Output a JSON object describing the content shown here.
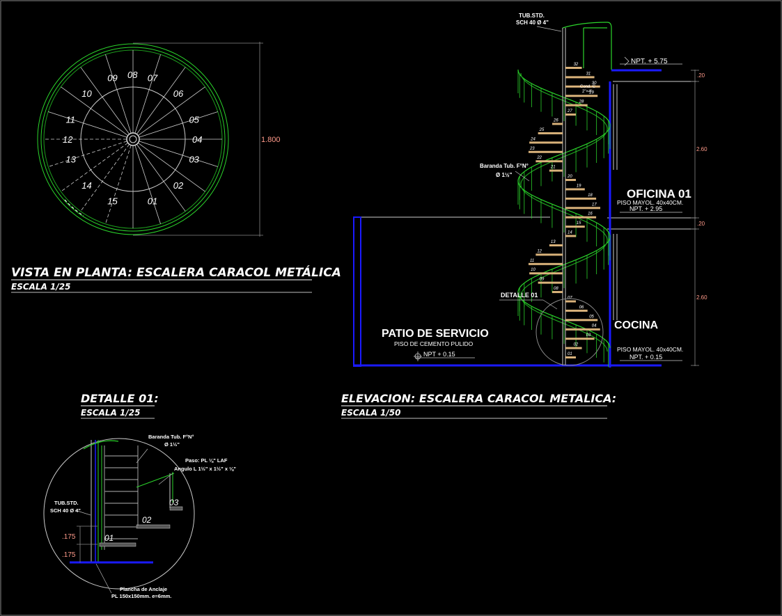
{
  "colors": {
    "background": "#000000",
    "green": "#2bd42b",
    "dark_green": "#1e9e1e",
    "blue": "#1a1aff",
    "white": "#ffffff",
    "gray": "#8a8a8a",
    "tan": "#d9b27a",
    "dimension": "#ff9a8a"
  },
  "plan": {
    "title": "VISTA EN PLANTA: ESCALERA CARACOL METÁLICA",
    "scale": "ESCALA 1/25",
    "dimension": "1.800",
    "steps": [
      "01",
      "02",
      "03",
      "04",
      "05",
      "06",
      "07",
      "08",
      "09",
      "10",
      "11",
      "12",
      "13",
      "14",
      "15"
    ]
  },
  "elevation": {
    "title": "ELEVACION: ESCALERA CARACOL METALICA:",
    "scale": "ESCALA 1/50",
    "tube_line1": "TUB.STD.",
    "tube_line2": "SCH 40 Ø 4\"",
    "railing_line1": "Baranda Tub. F°N°",
    "railing_line2": "Ø 1½\"",
    "cond_line1": "Cond. C",
    "cond_line2": "2\"×4\"",
    "detail_ref": "DETALLE 01",
    "npt_top": "NPT. + 5.75",
    "npt_mid": "NPT. + 2.95",
    "npt_bottom": "NPT. + 0.15",
    "npt_patio": "NPT + 0.15",
    "office": "OFICINA 01",
    "office_floor": "PISO MAYOL. 40x40CM.",
    "kitchen": "COCINA",
    "kitchen_floor": "PISO MAYOL. 40x40CM.",
    "patio": "PATIO DE SERVICIO",
    "patio_floor": "PISO DE CEMENTO PULIDO",
    "dim_20_top": ".20",
    "dim_260_top": "2.60",
    "dim_20_mid": ".20",
    "dim_260_bottom": "2.60",
    "step_numbers": [
      "01",
      "02",
      "03",
      "04",
      "05",
      "06",
      "07",
      "08",
      "09",
      "10",
      "11",
      "12",
      "13",
      "14",
      "15",
      "16",
      "17",
      "18",
      "19",
      "20",
      "21",
      "22",
      "23",
      "24",
      "25",
      "26",
      "27",
      "28",
      "29",
      "30",
      "31",
      "32"
    ]
  },
  "detail": {
    "title": "DETALLE 01:",
    "scale": "ESCALA 1/25",
    "railing_line1": "Baranda Tub. F°N°",
    "railing_line2": "Ø 1½\"",
    "step_line1": "Paso: PL ⅛\" LAF",
    "step_line2": "Angulo L 1½\" x 1½\" x ⅛\"",
    "tube_line1": "TUB.STD.",
    "tube_line2": "SCH 40 Ø 4\"",
    "dim1": ".175",
    "dim2": ".175",
    "steps": [
      "01",
      "02",
      "03"
    ],
    "plate_line1": "Plancha de Anclaje",
    "plate_line2": "PL 150x150mm. e=6mm."
  }
}
